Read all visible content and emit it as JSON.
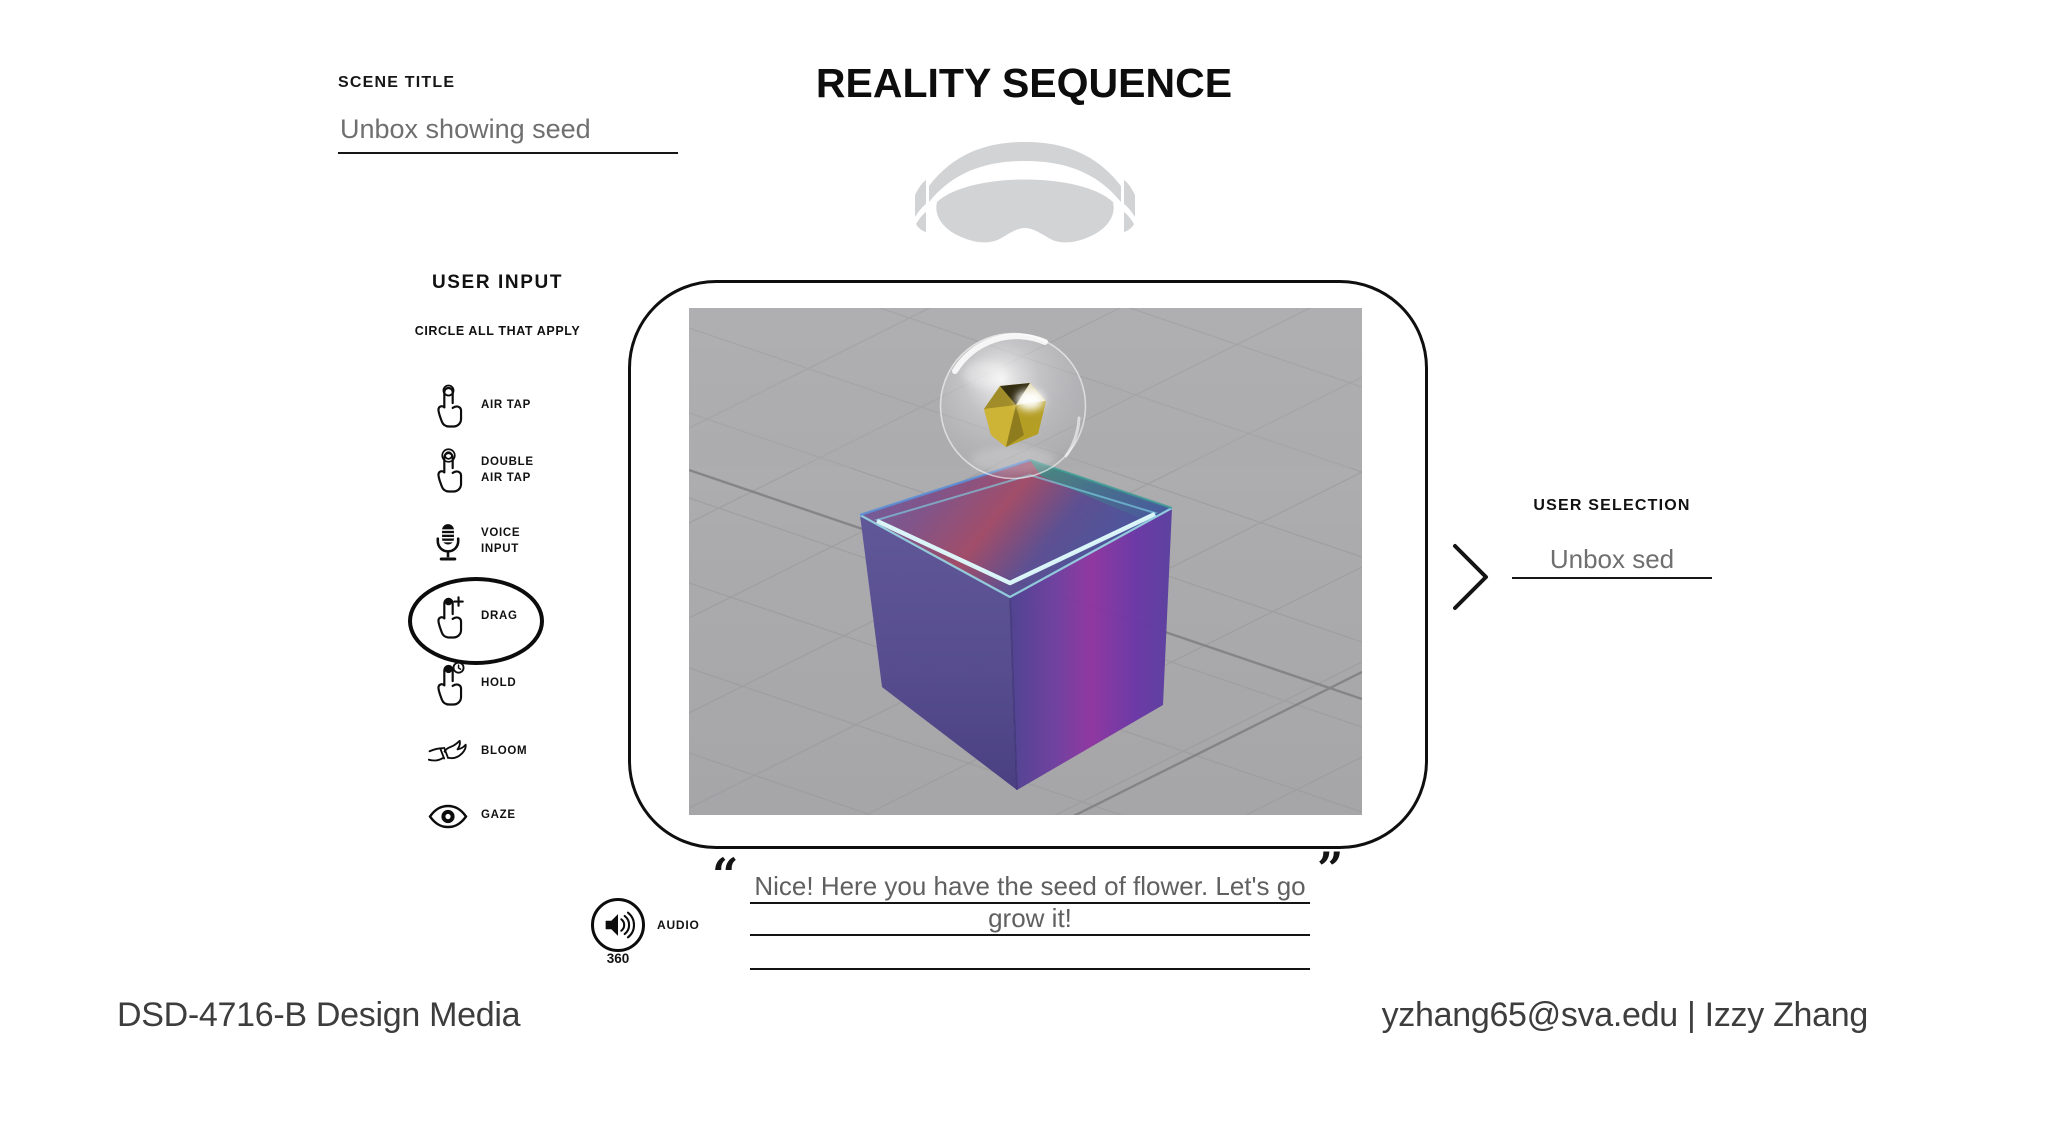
{
  "scene": {
    "label": "SCENE TITLE",
    "value": "Unbox showing seed"
  },
  "title": "REALITY SEQUENCE",
  "user_input": {
    "heading": "USER INPUT",
    "instruction": "CIRCLE ALL THAT APPLY",
    "options": [
      {
        "label": "AIR TAP",
        "icon": "air-tap-icon",
        "circled": false
      },
      {
        "label": "DOUBLE\nAIR TAP",
        "icon": "double-air-tap-icon",
        "circled": false
      },
      {
        "label": "VOICE\nINPUT",
        "icon": "voice-input-icon",
        "circled": false
      },
      {
        "label": "DRAG",
        "icon": "drag-icon",
        "circled": true
      },
      {
        "label": "HOLD",
        "icon": "hold-icon",
        "circled": false
      },
      {
        "label": "BLOOM",
        "icon": "bloom-icon",
        "circled": false
      },
      {
        "label": "GAZE",
        "icon": "gaze-icon",
        "circled": false
      }
    ]
  },
  "viewport": {
    "description": "3D render: translucent purple open-top cube on a gray grid floor with a glass bubble containing a gold low-poly seed floating above it",
    "background": "#ababad",
    "cube_color": "#6b3da5",
    "rim_highlight": "#c9f7f9",
    "seed_color": "#c9ae35"
  },
  "user_selection": {
    "label": "USER SELECTION",
    "value": "Unbox sed"
  },
  "audio": {
    "label": "AUDIO",
    "mode": "360",
    "quote_open": "“",
    "quote_close": "”",
    "lines": [
      "Nice! Here you have the seed of flower. Let's go",
      "grow it!",
      ""
    ]
  },
  "footer": {
    "course": "DSD-4716-B Design Media",
    "contact": "yzhang65@sva.edu | Izzy Zhang"
  }
}
